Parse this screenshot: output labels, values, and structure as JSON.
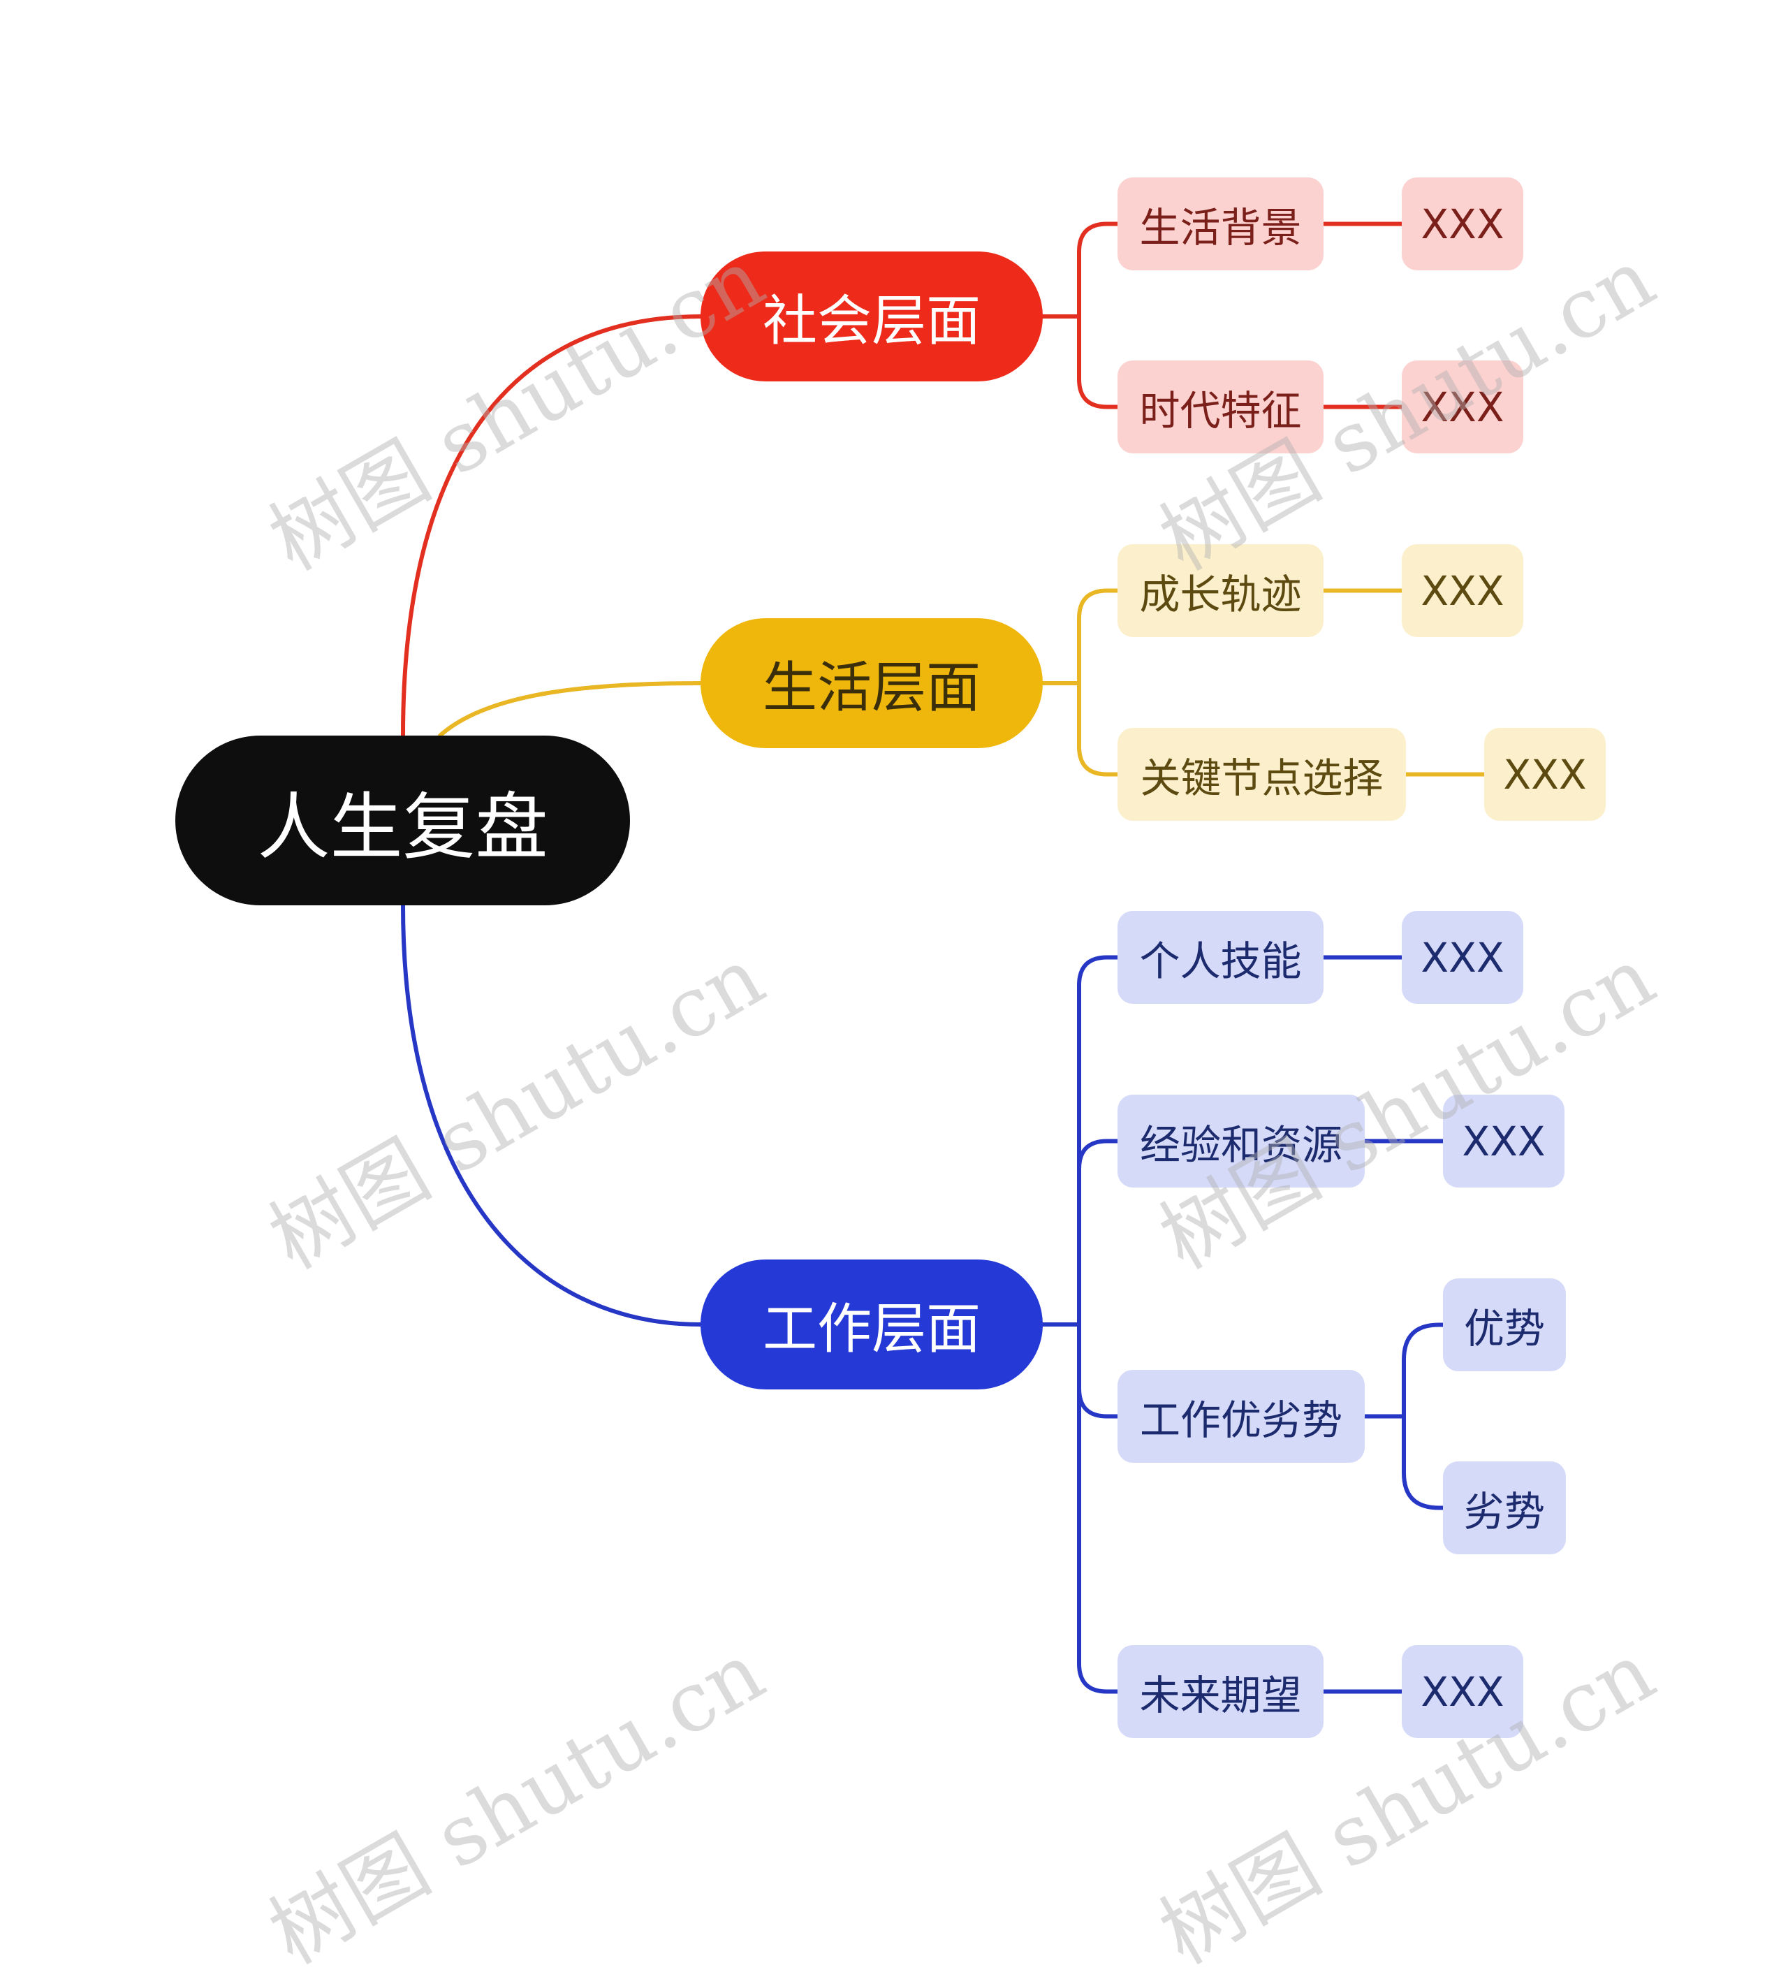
{
  "root": {
    "label": "人生复盘"
  },
  "colors": {
    "root_bg": "#0e0e0e",
    "social": "#ee2a1b",
    "social_line": "#e32f20",
    "social_light": "#fcd2d0",
    "social_text": "#7a1f19",
    "life": "#efb60b",
    "life_line": "#e9b624",
    "life_light": "#fcf0cc",
    "life_text": "#5c4a10",
    "work": "#2539d6",
    "work_line": "#2637c6",
    "work_light": "#d6daf9",
    "work_text": "#1c2a6e"
  },
  "branches": [
    {
      "label": "社会层面",
      "color_key": "social",
      "children": [
        {
          "label": "生活背景",
          "children": [
            {
              "label": "XXX"
            }
          ]
        },
        {
          "label": "时代特征",
          "children": [
            {
              "label": "XXX"
            }
          ]
        }
      ]
    },
    {
      "label": "生活层面",
      "color_key": "life",
      "children": [
        {
          "label": "成长轨迹",
          "children": [
            {
              "label": "XXX"
            }
          ]
        },
        {
          "label": "关键节点选择",
          "children": [
            {
              "label": "XXX"
            }
          ]
        }
      ]
    },
    {
      "label": "工作层面",
      "color_key": "work",
      "children": [
        {
          "label": "个人技能",
          "children": [
            {
              "label": "XXX"
            }
          ]
        },
        {
          "label": "经验和资源",
          "children": [
            {
              "label": "XXX"
            }
          ]
        },
        {
          "label": "工作优劣势",
          "children": [
            {
              "label": "优势"
            },
            {
              "label": "劣势"
            }
          ]
        },
        {
          "label": "未来期望",
          "children": [
            {
              "label": "XXX"
            }
          ]
        }
      ]
    }
  ],
  "watermark": {
    "text": "树图 shutu.cn"
  }
}
